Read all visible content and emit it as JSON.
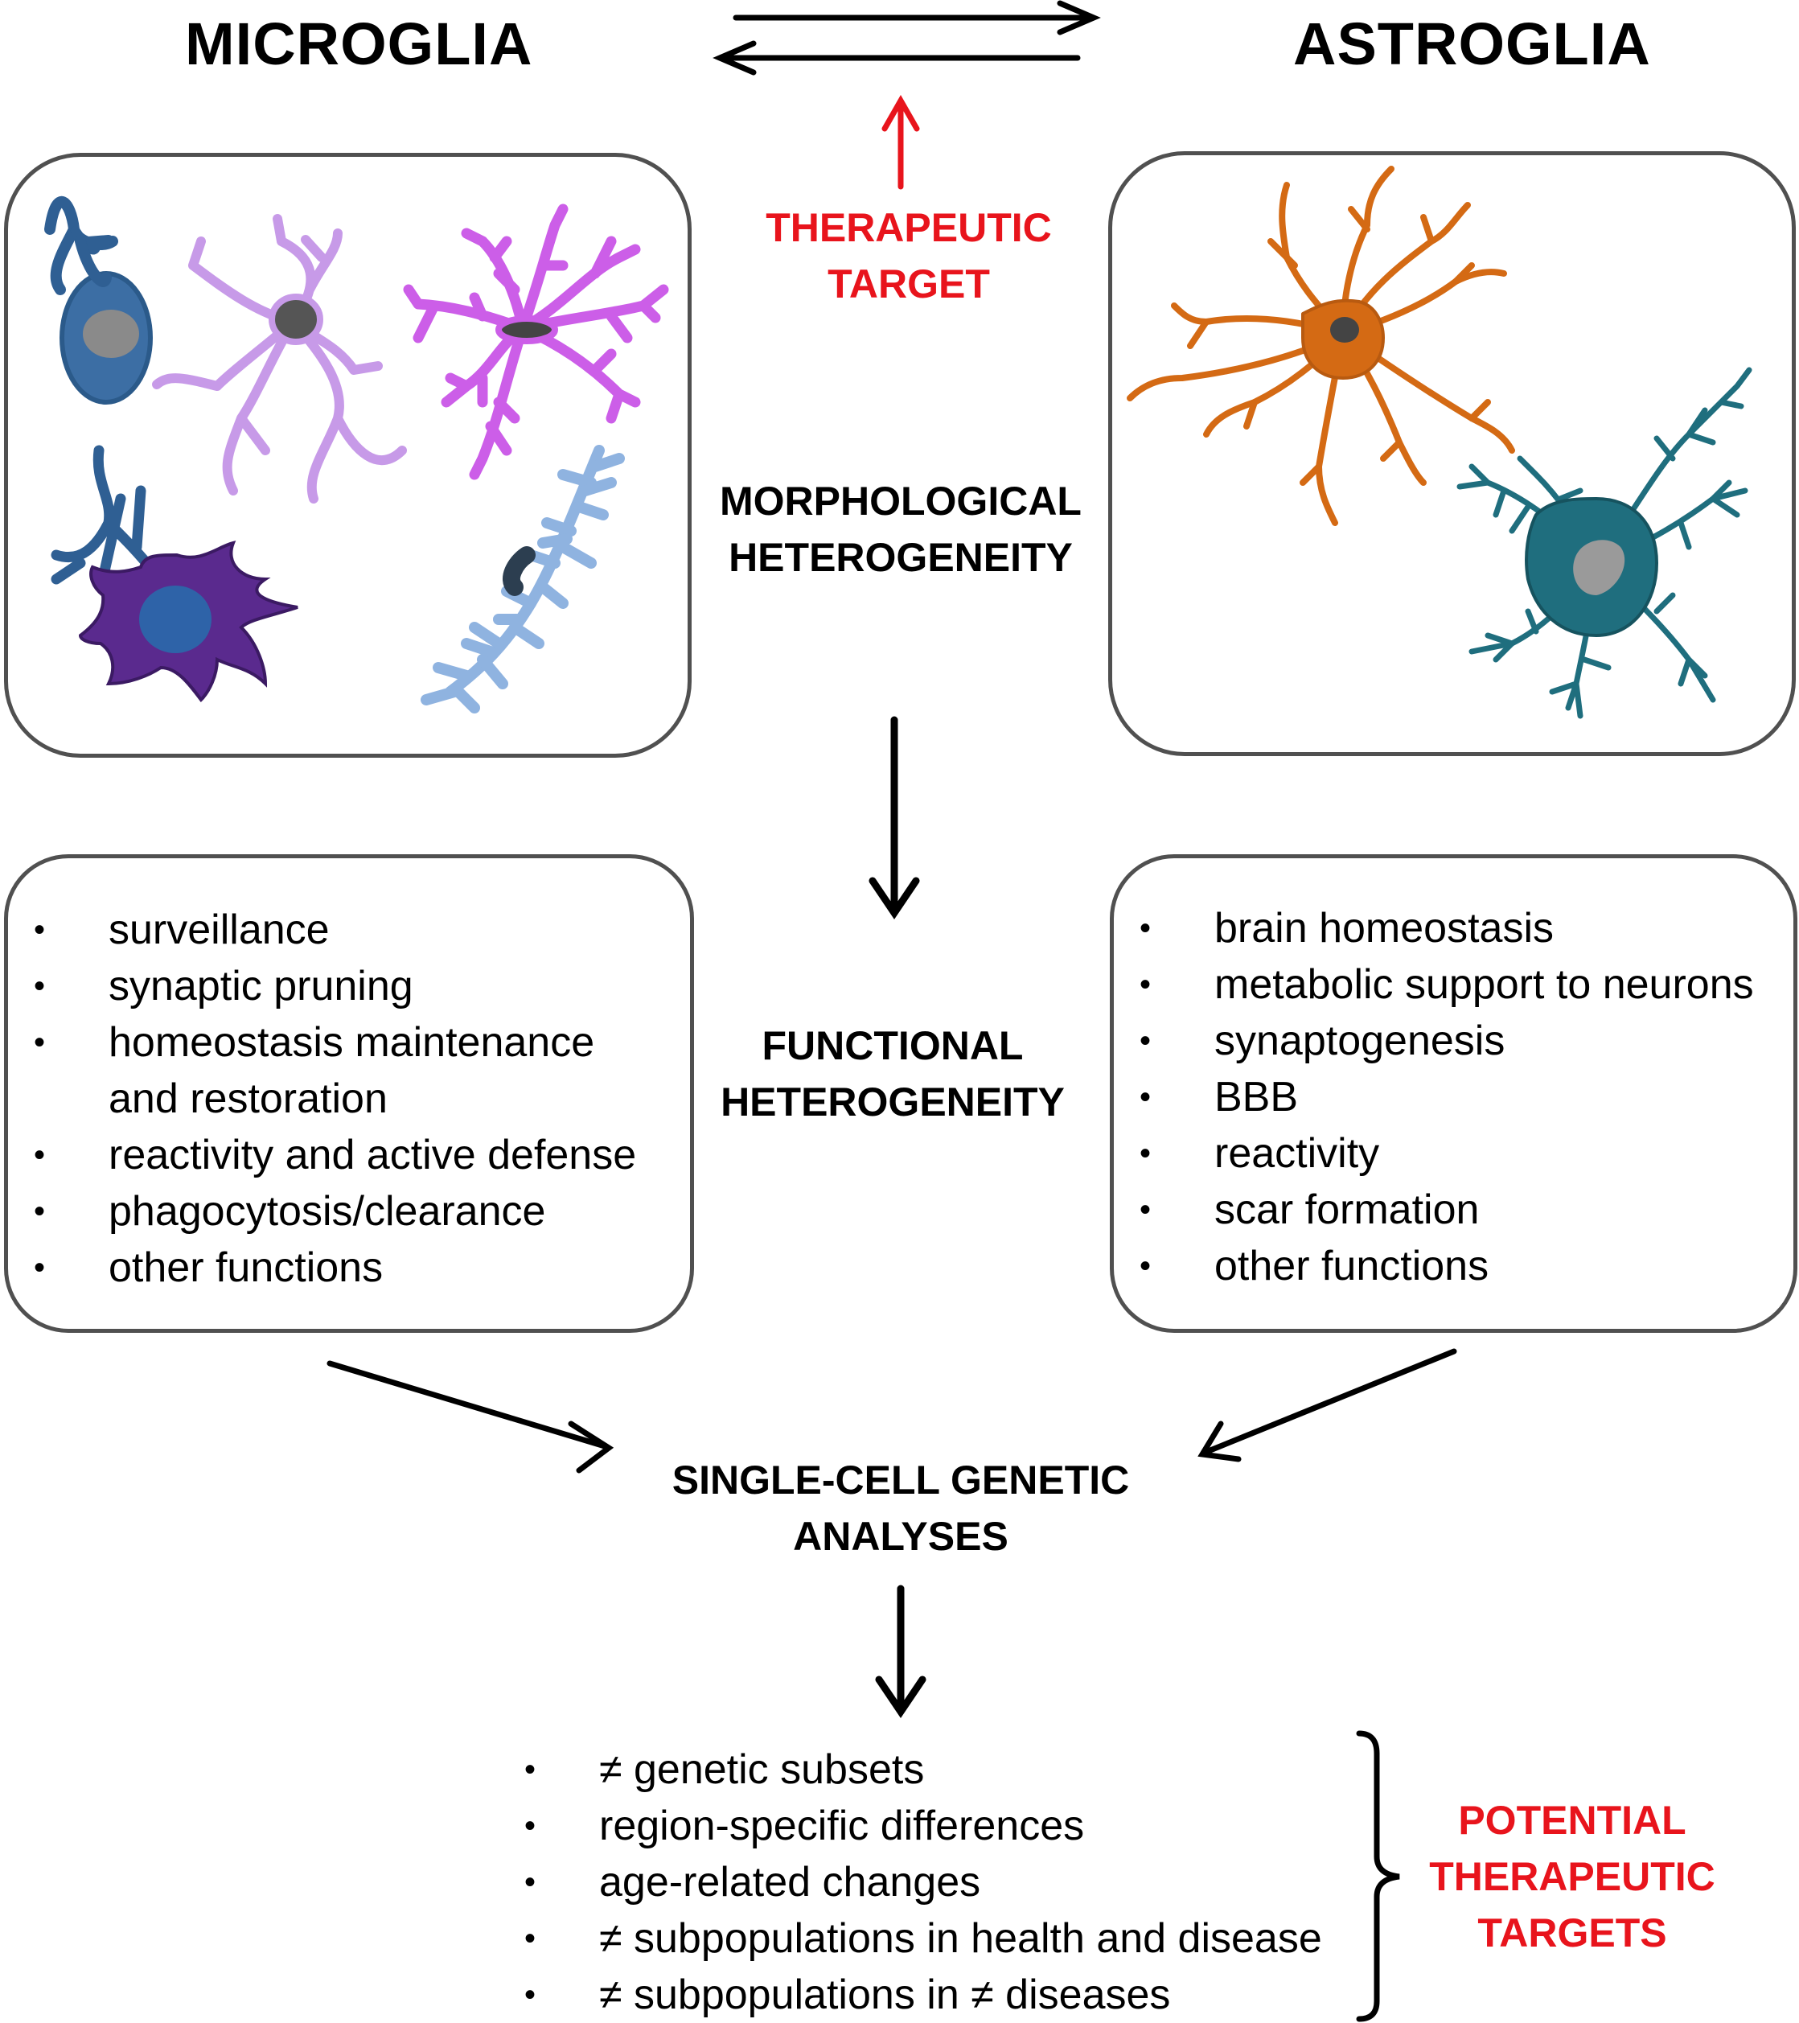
{
  "titles": {
    "left": "MICROGLIA",
    "right": "ASTROGLIA"
  },
  "therapeutic_target": {
    "line1": "THERAPEUTIC",
    "line2": "TARGET",
    "color": "#e8141c"
  },
  "morphological": {
    "line1": "MORPHOLOGICAL",
    "line2": "HETEROGENEITY"
  },
  "functional": {
    "line1": "FUNCTIONAL",
    "line2": "HETEROGENEITY"
  },
  "microglia_functions": [
    "surveillance",
    "synaptic pruning",
    "homeostasis maintenance",
    "and restoration",
    "reactivity and active defense",
    "phagocytosis/clearance",
    "other functions"
  ],
  "astroglia_functions": [
    "brain homeostasis",
    "metabolic support to neurons",
    "synaptogenesis",
    "BBB",
    "reactivity",
    "scar formation",
    "other functions"
  ],
  "single_cell": {
    "line1": "SINGLE-CELL GENETIC",
    "line2": "ANALYSES"
  },
  "outcomes": [
    "≠ genetic subsets",
    "region-specific differences",
    "age-related changes",
    "≠ subpopulations in health and disease",
    "≠ subpopulations  in ≠ diseases"
  ],
  "potential_targets": {
    "line1": "POTENTIAL",
    "line2": "THERAPEUTIC",
    "line3": "TARGETS",
    "color": "#e8141c"
  },
  "cell_icons": [
    "bipolar-microglia-icon",
    "ramified-microglia-icon",
    "hyper-ramified-microglia-icon",
    "amoeboid-microglia-icon",
    "rod-microglia-icon",
    "fibrous-astrocyte-icon",
    "protoplasmic-astrocyte-icon"
  ],
  "colors": {
    "box_border": "#505050",
    "bipolar": "#2f5f93",
    "ramified": "#c79ae8",
    "hyper_ramified": "#cc5ee8",
    "amoeboid": "#5a2a8e",
    "rod": "#8fb3e0",
    "fibrous_astrocyte": "#d46a14",
    "protoplasmic_astrocyte": "#1f6e7e"
  }
}
